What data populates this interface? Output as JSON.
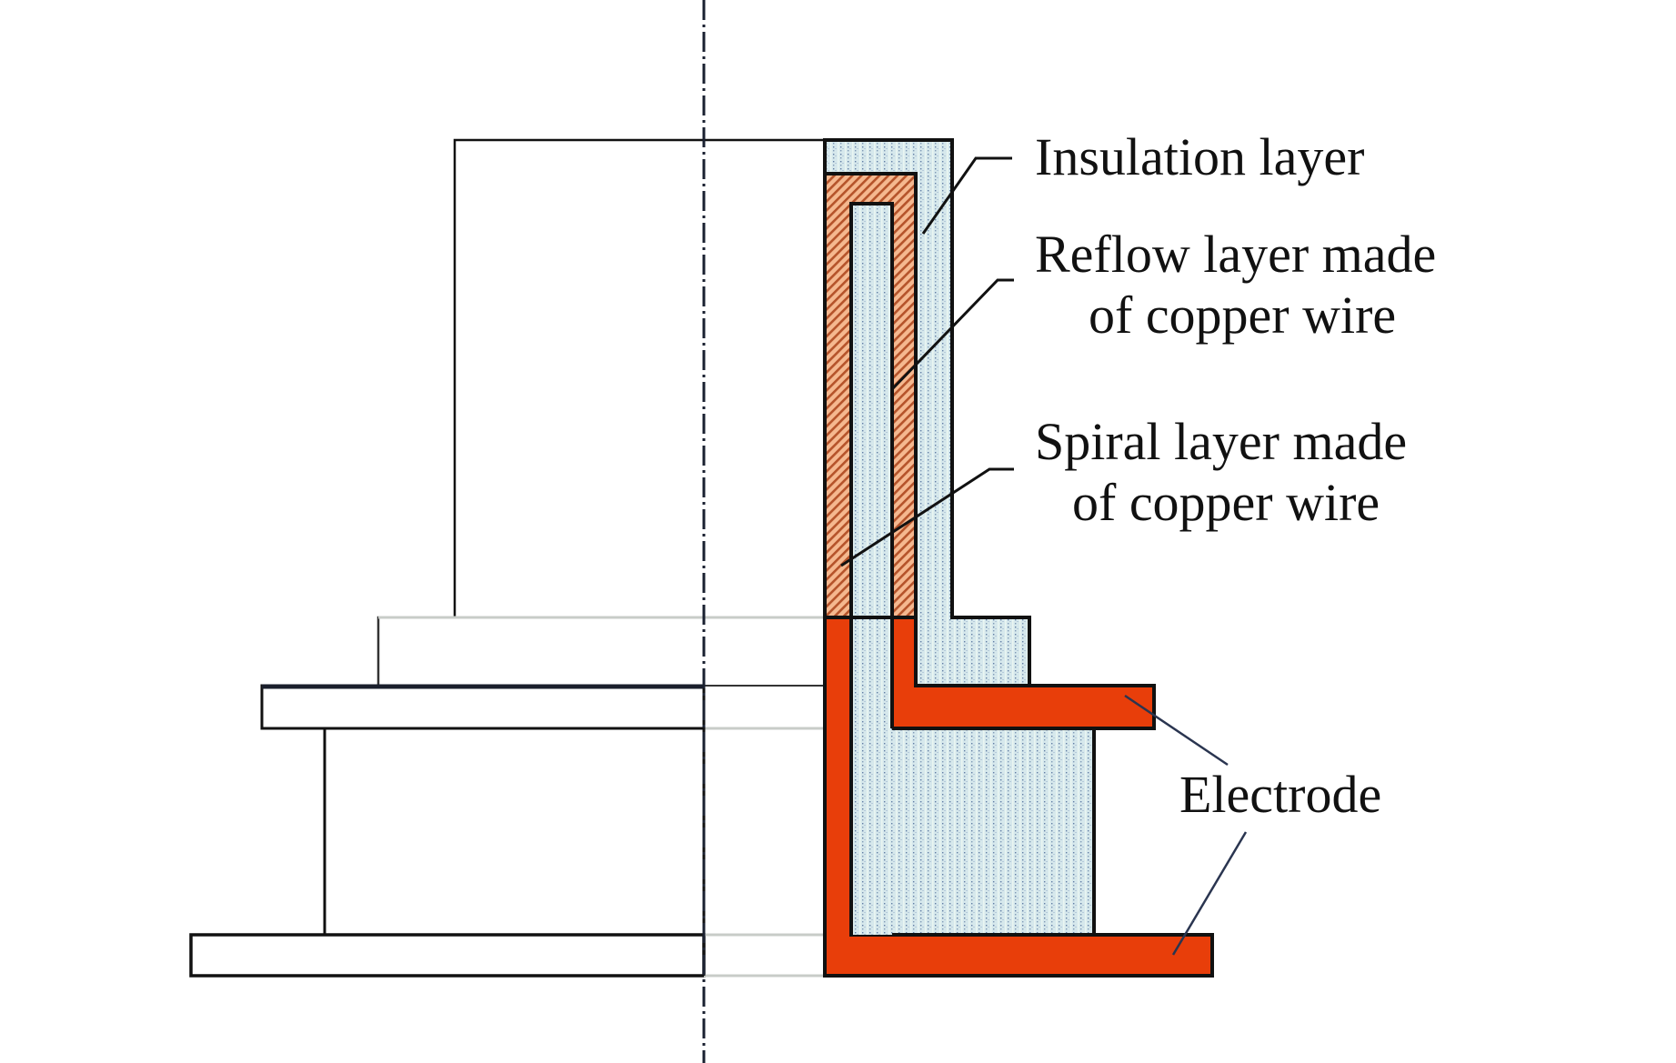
{
  "figure": {
    "type": "cross-section schematic",
    "labels": {
      "insulation": "Insulation layer",
      "reflow_line1": "Reflow layer made",
      "reflow_line2": "of copper wire",
      "spiral_line1": "Spiral layer made",
      "spiral_line2": "of copper wire",
      "electrode": "Electrode"
    },
    "colors": {
      "insulation_fill": "#d6e8ec",
      "insulation_dots": "#3a5a8c",
      "reflow_base": "#f2b48a",
      "reflow_hatch": "#b5532a",
      "electrode": "#e83e0a",
      "outline": "#111111",
      "axis": "#1a2030"
    }
  }
}
